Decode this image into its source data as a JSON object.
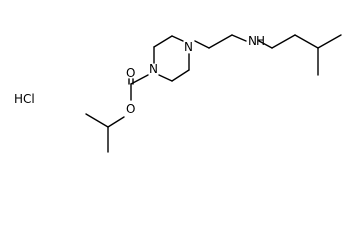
{
  "molecule": {
    "atoms": {
      "N1": "N",
      "N4": "N",
      "N_amine": "N",
      "O_carbonyl": "O",
      "O_ester": "O",
      "H_amine": "H"
    },
    "salt": "HCl"
  }
}
